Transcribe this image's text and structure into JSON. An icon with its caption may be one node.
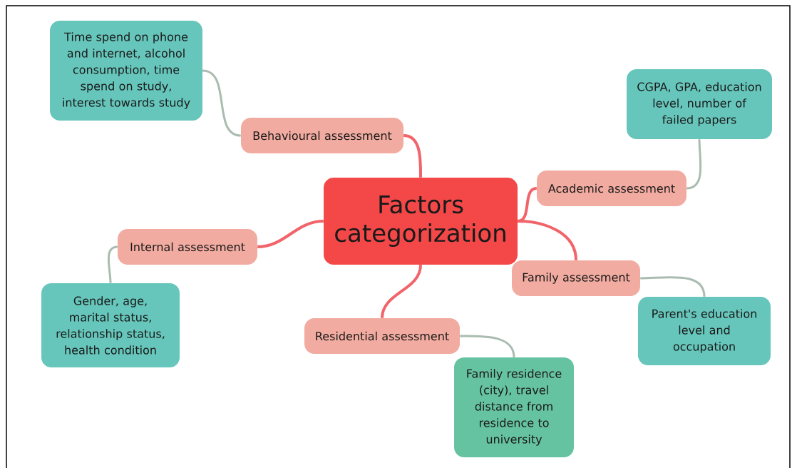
{
  "diagram": {
    "nodes": [
      {
        "text": [
          "Factors categorization"
        ]
      },
      {
        "text": [
          "Behavioural assessment"
        ]
      },
      {
        "text": [
          "Time spend on phone and internet, alcohol consumption, time spend on study, interest towards study"
        ]
      },
      {
        "text": [
          "Academic assessment"
        ]
      },
      {
        "text": [
          "CGPA, GPA, education level, number of failed papers"
        ]
      },
      {
        "text": [
          "Internal assessment"
        ]
      },
      {
        "text": [
          "Gender, age, marital status, relationship status, health condition"
        ]
      },
      {
        "text": [
          "Family assessment"
        ]
      },
      {
        "text": [
          "Parent's education level and occupation"
        ]
      },
      {
        "text": [
          "Residential assessment"
        ]
      },
      {
        "text": [
          "Family residence (city), travel distance from residence to university"
        ]
      }
    ],
    "edges": [
      {
        "from": 0,
        "to": 1,
        "arrow": "none"
      },
      {
        "from": 1,
        "to": 2,
        "arrow": "none"
      },
      {
        "from": 0,
        "to": 3,
        "arrow": "none"
      },
      {
        "from": 3,
        "to": 4,
        "arrow": "none"
      },
      {
        "from": 0,
        "to": 5,
        "arrow": "none"
      },
      {
        "from": 5,
        "to": 6,
        "arrow": "none"
      },
      {
        "from": 0,
        "to": 7,
        "arrow": "none"
      },
      {
        "from": 7,
        "to": 8,
        "arrow": "none"
      },
      {
        "from": 0,
        "to": 9,
        "arrow": "none"
      },
      {
        "from": 9,
        "to": 10,
        "arrow": "none"
      }
    ]
  }
}
